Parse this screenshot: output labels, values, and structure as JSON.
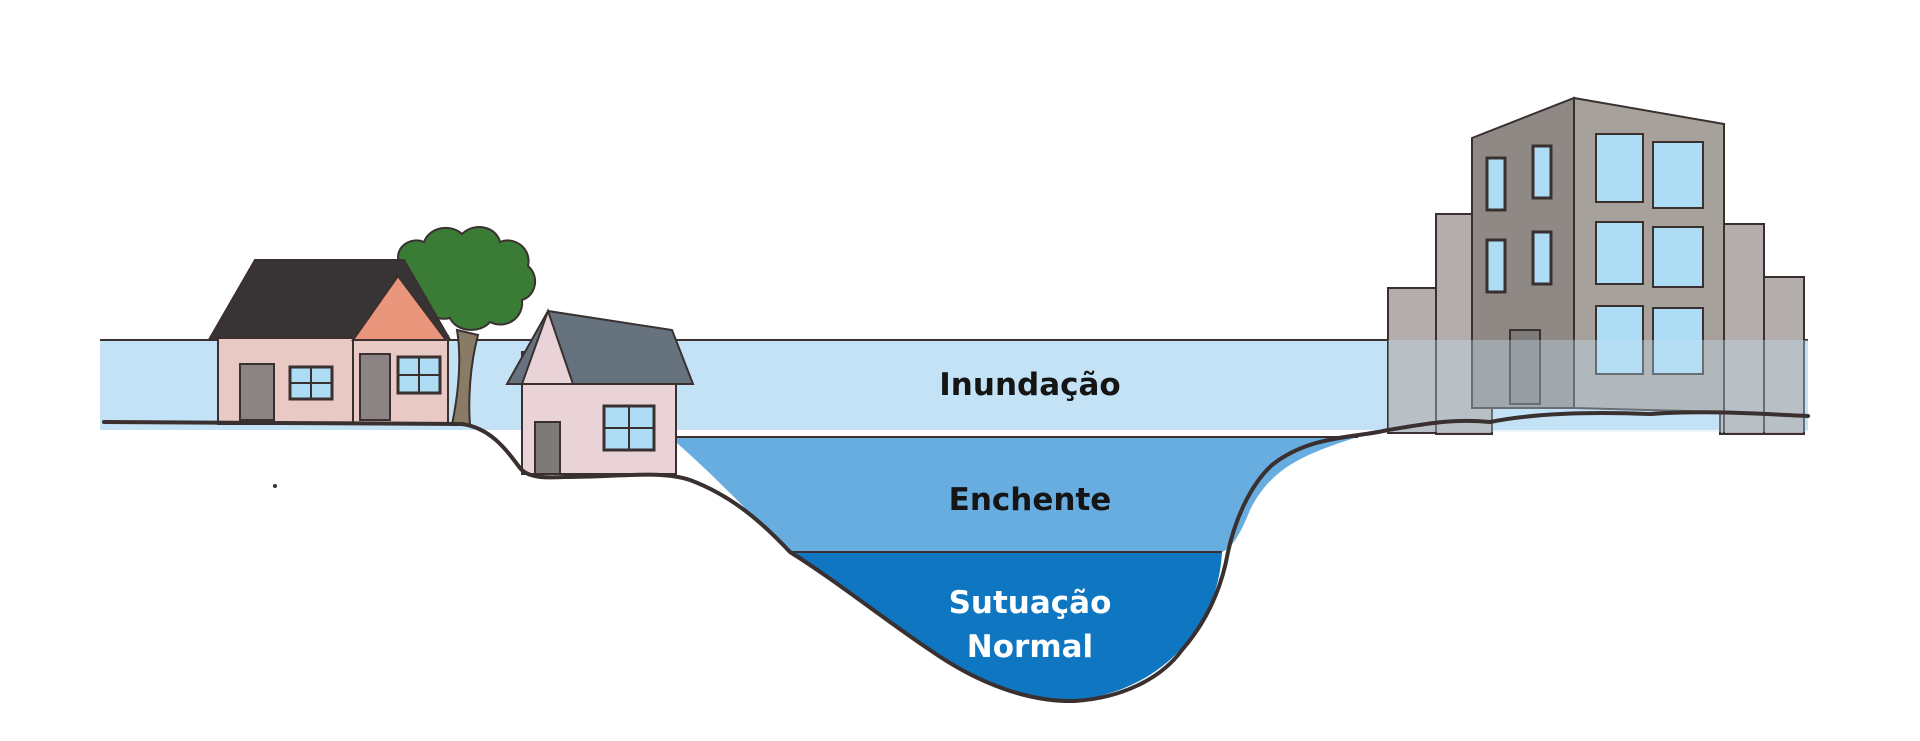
{
  "levels": {
    "inundacao": "Inundação",
    "enchente": "Enchente",
    "normal_line1": "Sutuação",
    "normal_line2": "Normal"
  },
  "colors": {
    "inundacao_water": "#c3e2f6",
    "enchente_water": "#68addf",
    "normal_water": "#0f76c2",
    "ground_outline": "#3a3030",
    "roof_dark": "#383335",
    "wall_pink": "#e8c9c3",
    "gable_orange": "#e9967c",
    "roof_slate": "#66737f",
    "tree_green": "#3a7b35",
    "building_gray": "#a7a19c",
    "window_blue": "#aedcf5"
  },
  "icons": [
    "house-left-icon",
    "tree-icon",
    "house-small-icon",
    "building-icon"
  ]
}
